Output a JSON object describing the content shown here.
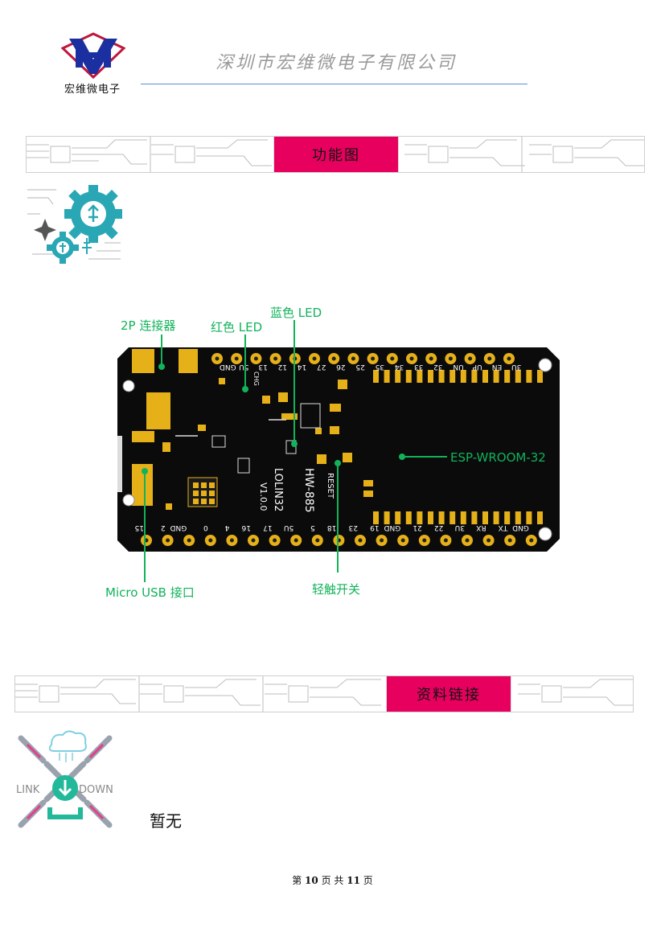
{
  "header": {
    "logo_letters": "HV",
    "logo_caption": "宏维微电子",
    "company_name": "深圳市宏维微电子有限公司"
  },
  "section_function": {
    "title": "功能图"
  },
  "diagram": {
    "labels": {
      "connector_2p": "2P 连接器",
      "red_led": "红色 LED",
      "blue_led": "蓝色 LED",
      "esp_module": "ESP-WROOM-32",
      "micro_usb": "Micro USB 接口",
      "tact_switch": "轻触开关"
    },
    "board_text": {
      "model": "HW-885",
      "name": "LOLIN32",
      "version": "V1.0.0",
      "reset": "RESET",
      "chg": "CHG"
    },
    "top_pins": [
      "GND",
      "5U",
      "13",
      "12",
      "14",
      "27",
      "26",
      "25",
      "35",
      "34",
      "33",
      "32",
      "UN",
      "UP",
      "EN",
      "3U"
    ],
    "bottom_pins": [
      "15",
      "2",
      "GND",
      "0",
      "4",
      "16",
      "17",
      "5U",
      "5",
      "18",
      "23",
      "19",
      "GND",
      "21",
      "22",
      "3U",
      "RX",
      "TX",
      "GND"
    ],
    "accent_color": "#11b35a"
  },
  "section_links": {
    "title": "资料链接",
    "icon_words": [
      "LINK",
      "DOWN"
    ],
    "content": "暂无"
  },
  "footer": {
    "prefix": "第",
    "page": "10",
    "middle": "页 共",
    "total": "11",
    "suffix": "页"
  }
}
